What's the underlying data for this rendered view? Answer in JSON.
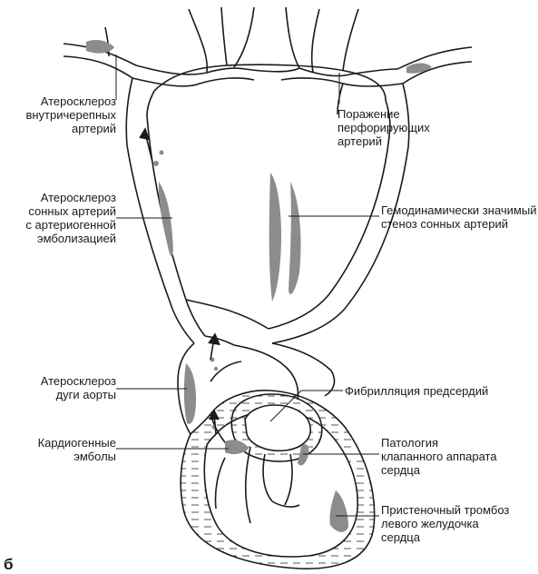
{
  "panel_letter": "б",
  "labels": {
    "intracranial_athero": [
      "Атеросклероз",
      "внутричерепных",
      "артерий"
    ],
    "perforating_lesion": [
      "Поражение",
      "перфорирующих",
      "артерий"
    ],
    "carotid_athero_embol": [
      "Атеросклероз",
      "сонных артерий",
      "с артериогенной",
      "эмболизацией"
    ],
    "carotid_stenosis": [
      "Гемодинамически значимый",
      "стеноз сонных артерий"
    ],
    "aortic_arch_athero": [
      "Атеросклероз",
      "дуги аорты"
    ],
    "atrial_fibrillation": [
      "Фибрилляция предсердий"
    ],
    "cardiogenic_emboli": [
      "Кардиогенные",
      "эмболы"
    ],
    "valvular_pathology": [
      "Патология",
      "клапанного аппарата",
      "сердца"
    ],
    "lv_thrombus": [
      "Пристеночный тромбоз",
      "левого желудочка",
      "сердца"
    ]
  },
  "colors": {
    "stroke": "#1a1a1a",
    "plaque": "#8c8c8c",
    "background": "#ffffff"
  }
}
